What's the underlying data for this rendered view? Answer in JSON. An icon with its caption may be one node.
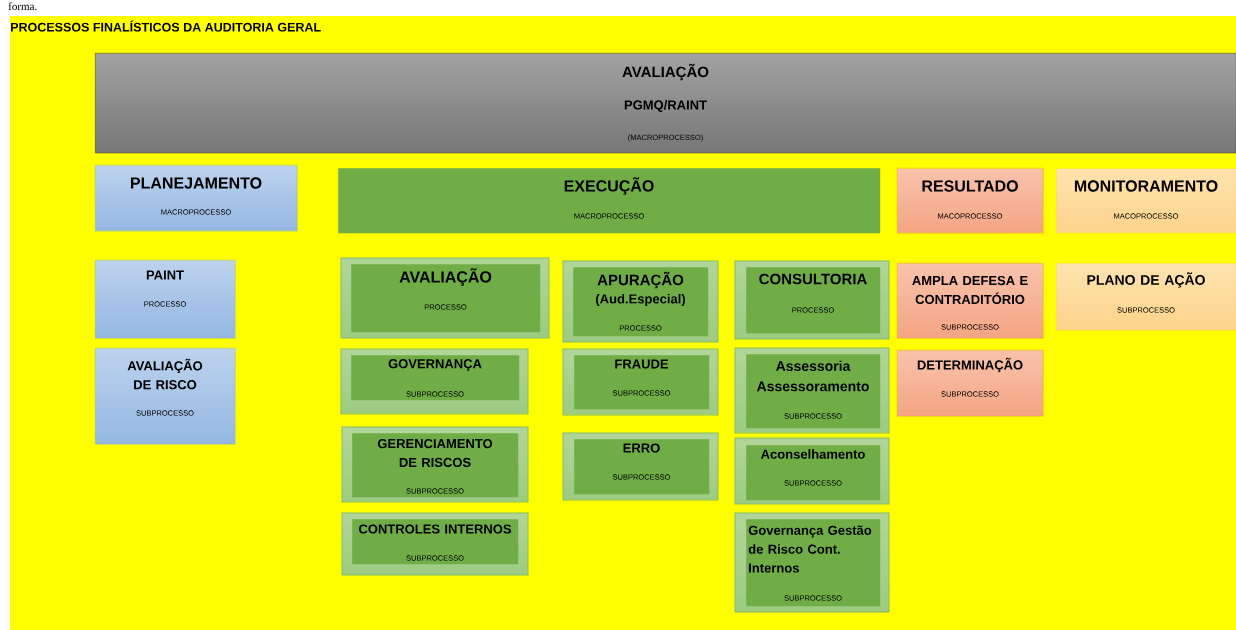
{
  "diagram": {
    "title": "PROCESSOS FINALÍSTICOS DA AUDITORIA GERAL",
    "nodes": [
      {
        "text": [
          "AVALIAÇÃO",
          "PGMQ/RAINT",
          "(MACROPROCESSO)"
        ]
      },
      {
        "text": [
          "PLANEJAMENTO",
          "MACROPROCESSO"
        ]
      },
      {
        "text": [
          "EXECUÇÃO",
          "MACROPROCESSO"
        ]
      },
      {
        "text": [
          "RESULTADO",
          "MACOPROCESSO"
        ]
      },
      {
        "text": [
          "MONITORAMENTO",
          "MACOPROCESSO"
        ]
      },
      {
        "text": [
          "PAINT",
          "PROCESSO"
        ]
      },
      {
        "text": [
          "AVALIAÇÃO DE RISCO",
          "SUBPROCESSO"
        ]
      },
      {
        "text": [
          "AVALIAÇÃO",
          "PROCESSO"
        ]
      },
      {
        "text": [
          "GOVERNANÇA",
          "SUBPROCESSO"
        ]
      },
      {
        "text": [
          "GERENCIAMENTO DE RISCOS",
          "SUBPROCESSO"
        ]
      },
      {
        "text": [
          "CONTROLES INTERNOS",
          "SUBPROCESSO"
        ]
      },
      {
        "text": [
          "APURAÇÃO",
          "(Aud.Especial)",
          "PROCESSO"
        ]
      },
      {
        "text": [
          "FRAUDE",
          "SUBPROCESSO"
        ]
      },
      {
        "text": [
          "ERRO",
          "SUBPROCESSO"
        ]
      },
      {
        "text": [
          "CONSULTORIA",
          "PROCESSO"
        ]
      },
      {
        "text": [
          "Assessoria Assessoramento",
          "SUBPROCESSO"
        ]
      },
      {
        "text": [
          "Aconselhamento",
          "SUBPROCESSO"
        ]
      },
      {
        "text": [
          "Governança Gestão de Risco Cont. Internos",
          "SUBPROCESSO"
        ]
      },
      {
        "text": [
          "AMPLA DEFESA E CONTRADITÓRIO",
          "SUBPROCESSO"
        ]
      },
      {
        "text": [
          "DETERMINAÇÃO",
          "SUBPROCESSO"
        ]
      },
      {
        "text": [
          "PLANO DE AÇÃO",
          "SUBPROCESSO"
        ]
      }
    ],
    "labels": [
      "forma."
    ]
  }
}
